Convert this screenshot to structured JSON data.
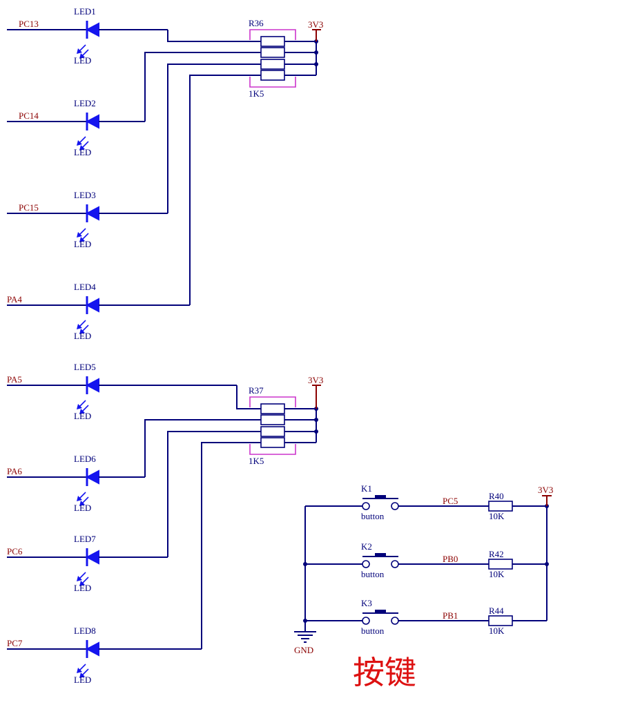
{
  "leds": [
    {
      "net": "PC13",
      "ref": "LED1",
      "value": "LED"
    },
    {
      "net": "PC14",
      "ref": "LED2",
      "value": "LED"
    },
    {
      "net": "PC15",
      "ref": "LED3",
      "value": "LED"
    },
    {
      "net": "PA4",
      "ref": "LED4",
      "value": "LED"
    },
    {
      "net": "PA5",
      "ref": "LED5",
      "value": "LED"
    },
    {
      "net": "PA6",
      "ref": "LED6",
      "value": "LED"
    },
    {
      "net": "PC6",
      "ref": "LED7",
      "value": "LED"
    },
    {
      "net": "PC7",
      "ref": "LED8",
      "value": "LED"
    }
  ],
  "resistor_packs": [
    {
      "ref": "R36",
      "value": "1K5",
      "power": "3V3"
    },
    {
      "ref": "R37",
      "value": "1K5",
      "power": "3V3"
    }
  ],
  "buttons": [
    {
      "ref": "K1",
      "value": "button",
      "net": "PC5",
      "res_ref": "R40",
      "res_value": "10K"
    },
    {
      "ref": "K2",
      "value": "button",
      "net": "PB0",
      "res_ref": "R42",
      "res_value": "10K"
    },
    {
      "ref": "K3",
      "value": "button",
      "net": "PB1",
      "res_ref": "R44",
      "res_value": "10K"
    }
  ],
  "button_power": "3V3",
  "ground_label": "GND",
  "section_title": "按键",
  "colors": {
    "wire": "#00007a",
    "net_label": "#8b0000",
    "led": "#1515ee",
    "resistor_pack_outline": "#cc33cc",
    "title": "#dd1111"
  }
}
